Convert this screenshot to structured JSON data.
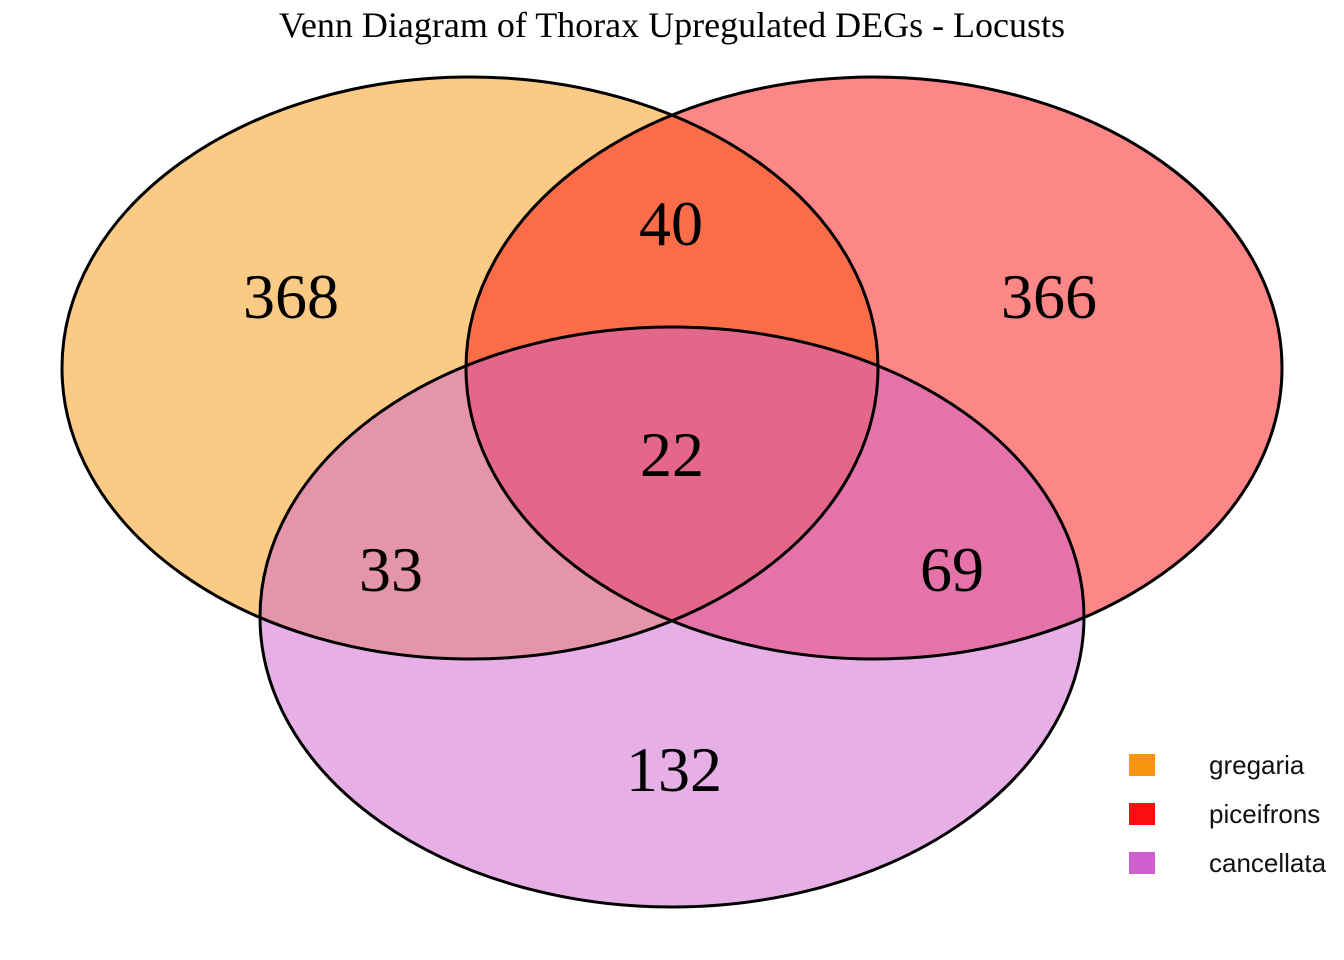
{
  "title": "Venn Diagram of Thorax Upregulated DEGs - Locusts",
  "colors": {
    "gregaria": "#F8950C",
    "piceifrons": "#FB0E0E",
    "cancellata": "#CD5FCE",
    "outline": "#000000"
  },
  "legend": {
    "items": [
      {
        "label": "gregaria",
        "color": "#F8950C"
      },
      {
        "label": "piceifrons",
        "color": "#FB0E0E"
      },
      {
        "label": "cancellata",
        "color": "#CD5FCE"
      }
    ]
  },
  "chart_data": {
    "type": "venn",
    "title": "Venn Diagram of Thorax Upregulated DEGs - Locusts",
    "sets": [
      "gregaria",
      "piceifrons",
      "cancellata"
    ],
    "set_colors": [
      "#F8950C",
      "#FB0E0E",
      "#CD5FCE"
    ],
    "fill_opacity": 0.5,
    "legend_position": "bottom-right",
    "regions": {
      "gregaria_only": 368,
      "piceifrons_only": 366,
      "cancellata_only": 132,
      "gregaria_piceifrons": 40,
      "gregaria_cancellata": 33,
      "piceifrons_cancellata": 69,
      "all_three": 22
    }
  }
}
